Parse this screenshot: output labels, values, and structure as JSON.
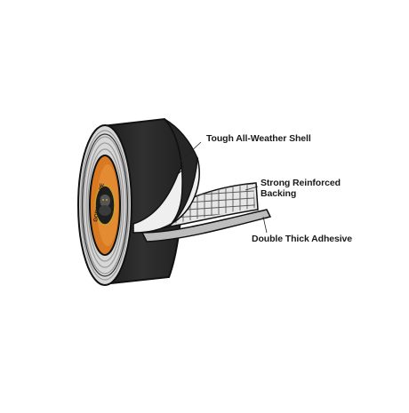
{
  "callouts": {
    "shell": "Tough All-Weather Shell",
    "backing_line1": "Strong Reinforced",
    "backing_line2": "Backing",
    "adhesive": "Double Thick Adhesive"
  },
  "logo": {
    "text": "GORILLA TAPE"
  },
  "colors": {
    "tape_shell": "#2b2b2b",
    "backing_layer": "#e6e6e6",
    "adhesive_layer": "#bdbdbd",
    "core": "#d97a23",
    "outline": "#111111"
  },
  "icons": {
    "core_logo": "gorilla-logo-icon",
    "mesh": "reinforcement-grid-icon"
  }
}
